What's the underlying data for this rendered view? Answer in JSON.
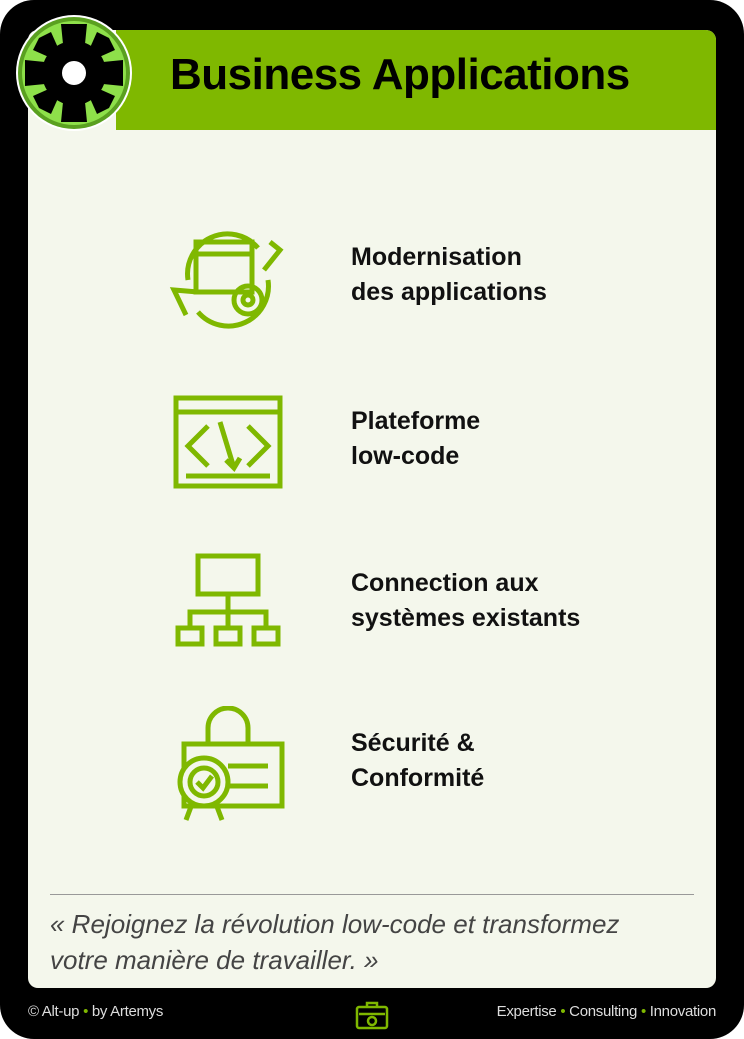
{
  "header": {
    "title": "Business Applications"
  },
  "items": [
    {
      "line1": "Modernisation",
      "line2": "des applications",
      "icon": "app-modernization-icon"
    },
    {
      "line1": "Plateforme",
      "line2": "low-code",
      "icon": "code-window-icon"
    },
    {
      "line1": "Connection aux",
      "line2": "systèmes existants",
      "icon": "network-icon"
    },
    {
      "line1": "Sécurité &",
      "line2": "Conformité",
      "icon": "security-certificate-icon"
    }
  ],
  "quote": {
    "line1": "« Rejoignez la révolution low-code et transformez",
    "line2": "votre manière de travailler. »"
  },
  "footer": {
    "left1": "© Alt-up",
    "left2": "by Artemys",
    "sep": "•",
    "right1": "Expertise",
    "right2": "Consulting",
    "right3": "Innovation"
  },
  "colors": {
    "accent": "#7fb800",
    "card": "#f4f7ec",
    "frame": "#000000"
  }
}
